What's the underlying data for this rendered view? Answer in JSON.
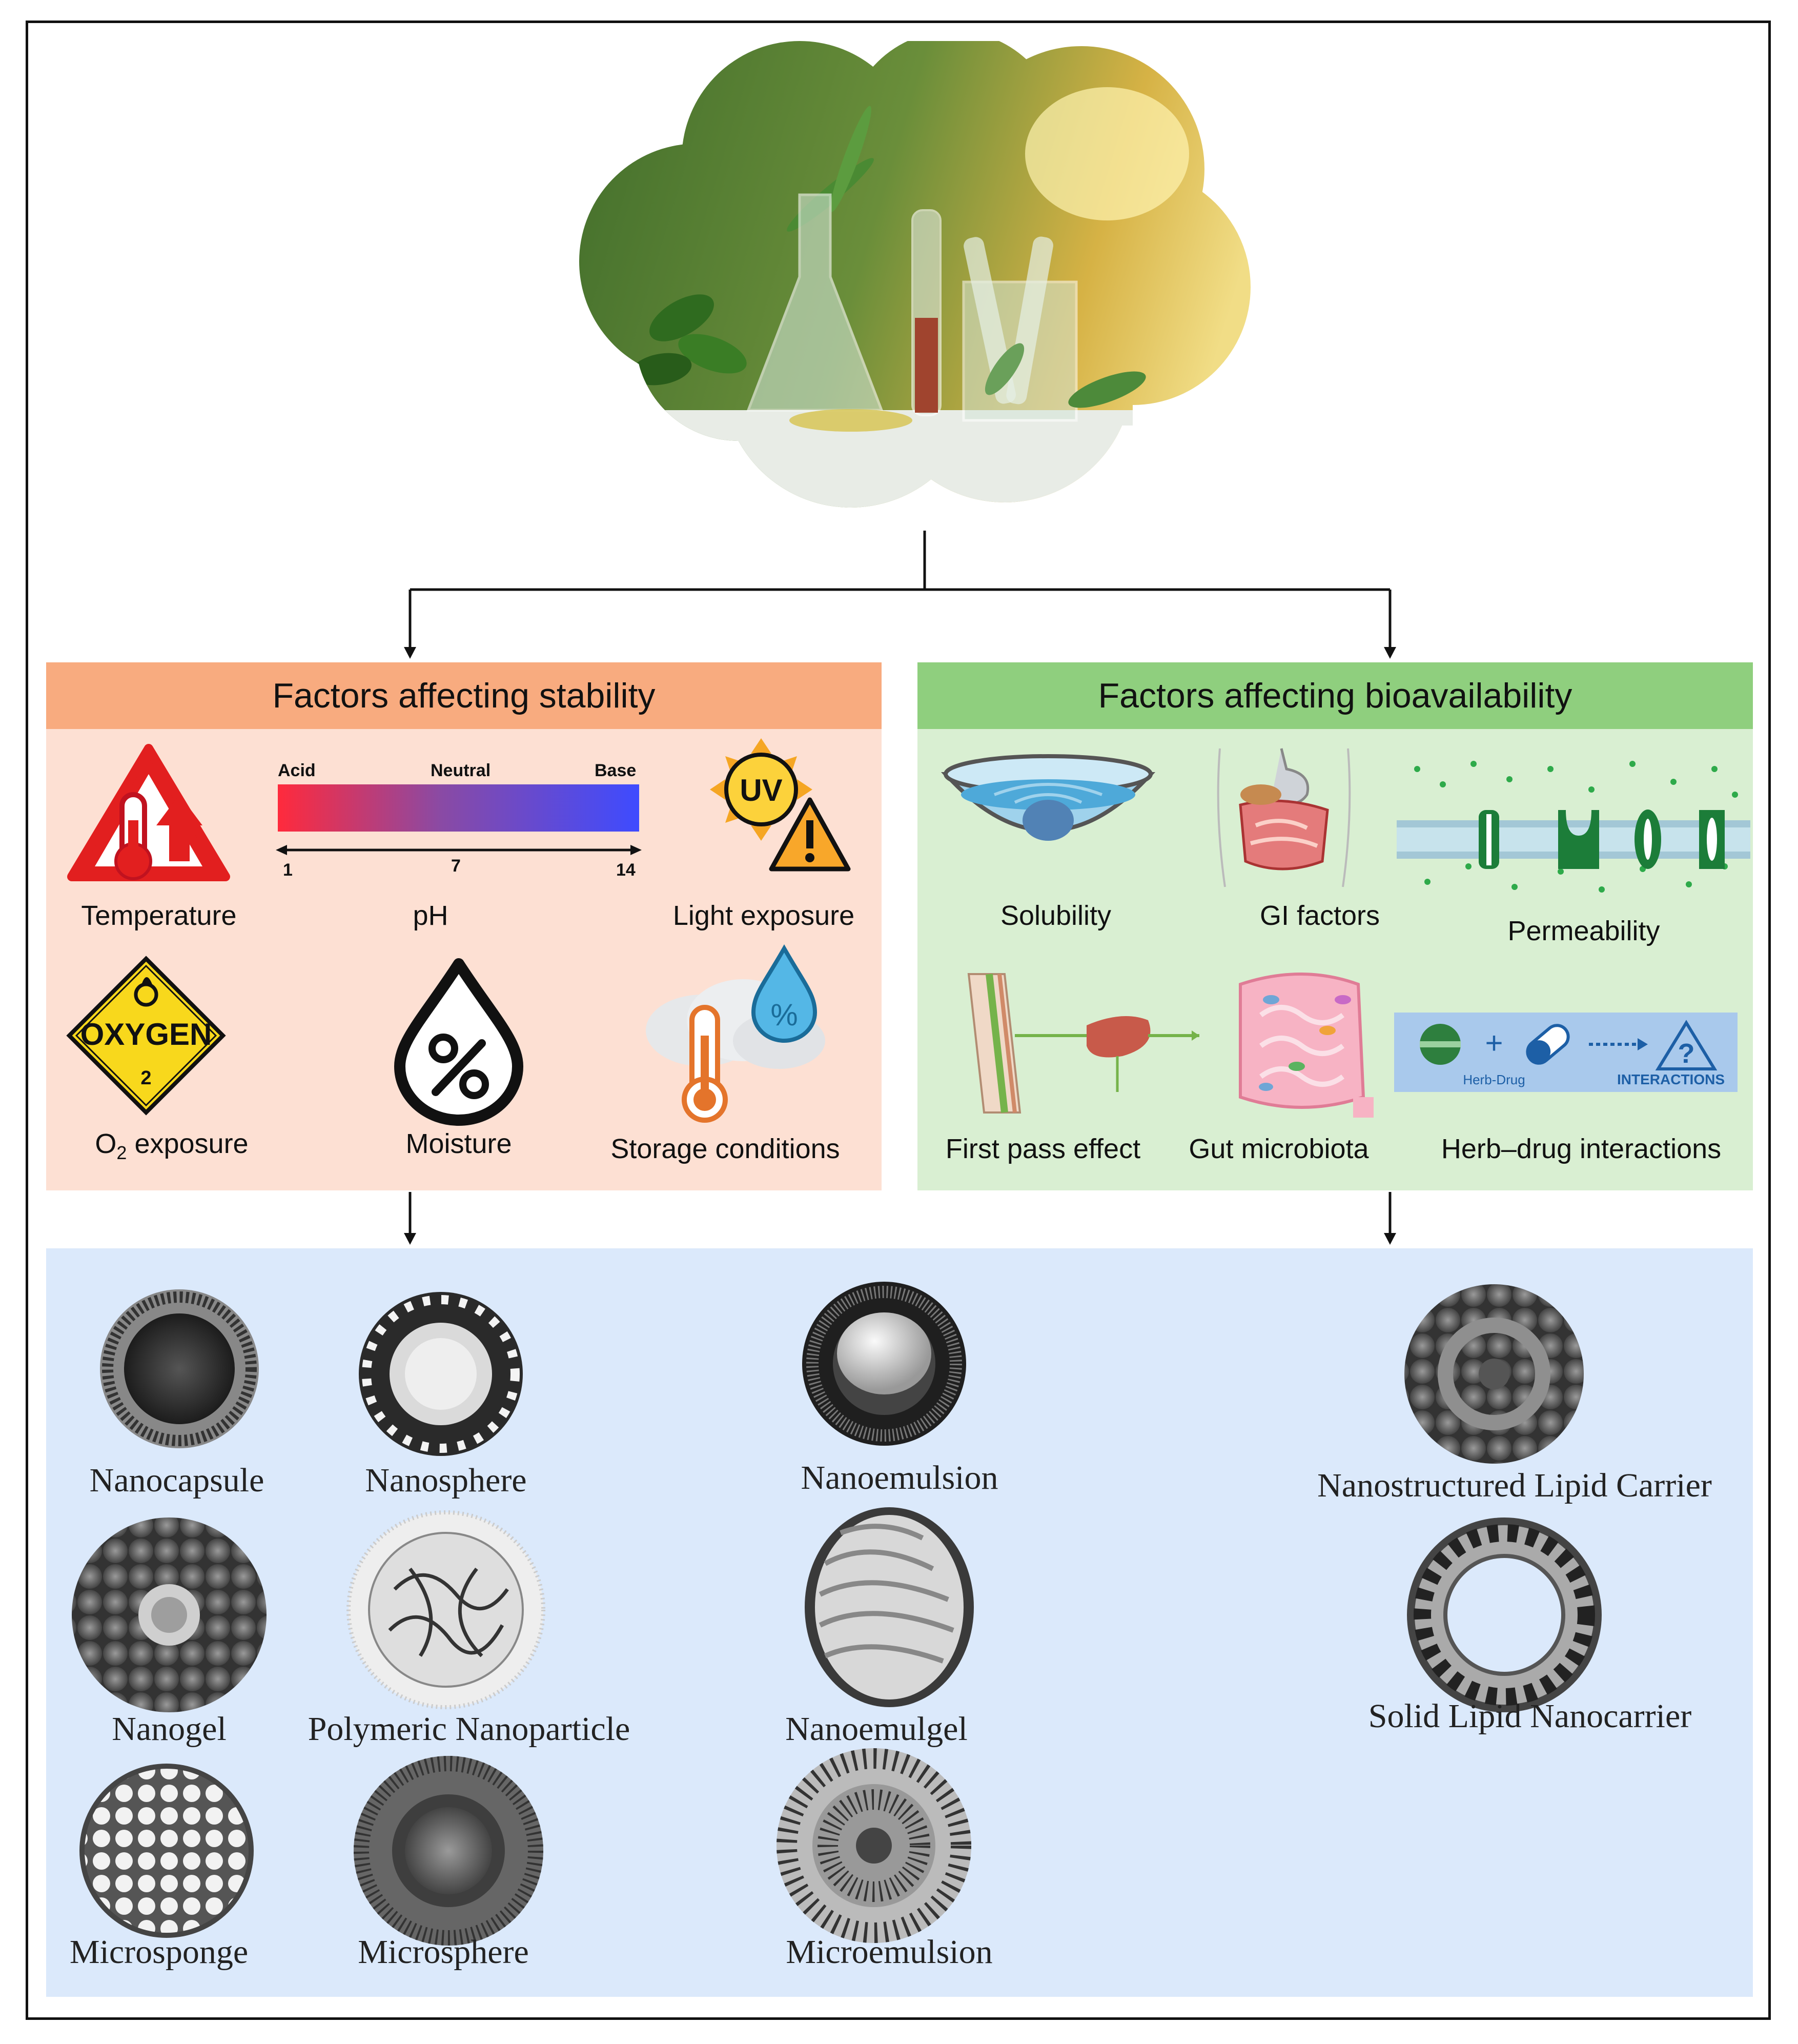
{
  "stability": {
    "title": "Factors affecting stability",
    "temperature": "Temperature",
    "ph": "pH",
    "ph_acid": "Acid",
    "ph_neutral": "Neutral",
    "ph_base": "Base",
    "ph_1": "1",
    "ph_7": "7",
    "ph_14": "14",
    "light": "Light exposure",
    "uv": "UV",
    "oxygen_sign": "OXYGEN",
    "oxygen_num": "2",
    "o2_prefix": "O",
    "o2_sub": "2",
    "o2_suffix": " exposure",
    "moisture": "Moisture",
    "storage": "Storage conditions",
    "percent": "%"
  },
  "bioavailability": {
    "title": "Factors affecting bioavailability",
    "solubility": "Solubility",
    "gi": "GI factors",
    "permeability": "Permeability",
    "first_pass": "First pass effect",
    "gut": "Gut microbiota",
    "herb_drug": "Herb–drug interactions",
    "hd_plus": "+",
    "hd_q": "?",
    "hd_caption": "Herb-Drug",
    "hd_interactions": "INTERACTIONS"
  },
  "carriers": {
    "nanocapsule": "Nanocapsule",
    "nanosphere": "Nanosphere",
    "nanoemulsion": "Nanoemulsion",
    "nlc": "Nanostructured Lipid Carrier",
    "nanogel": "Nanogel",
    "polymeric": "Polymeric Nanoparticle",
    "nanoemulgel": "Nanoemulgel",
    "sln": "Solid Lipid Nanocarrier",
    "microsponge": "Microsponge",
    "microsphere": "Microsphere",
    "microemulsion": "Microemulsion"
  },
  "colors": {
    "stability_head": "#f8ab7f",
    "stability_body": "#fde0d3",
    "bio_head": "#8fcf7e",
    "bio_body": "#d9efd2",
    "carrier_body": "#dbe9fb"
  }
}
